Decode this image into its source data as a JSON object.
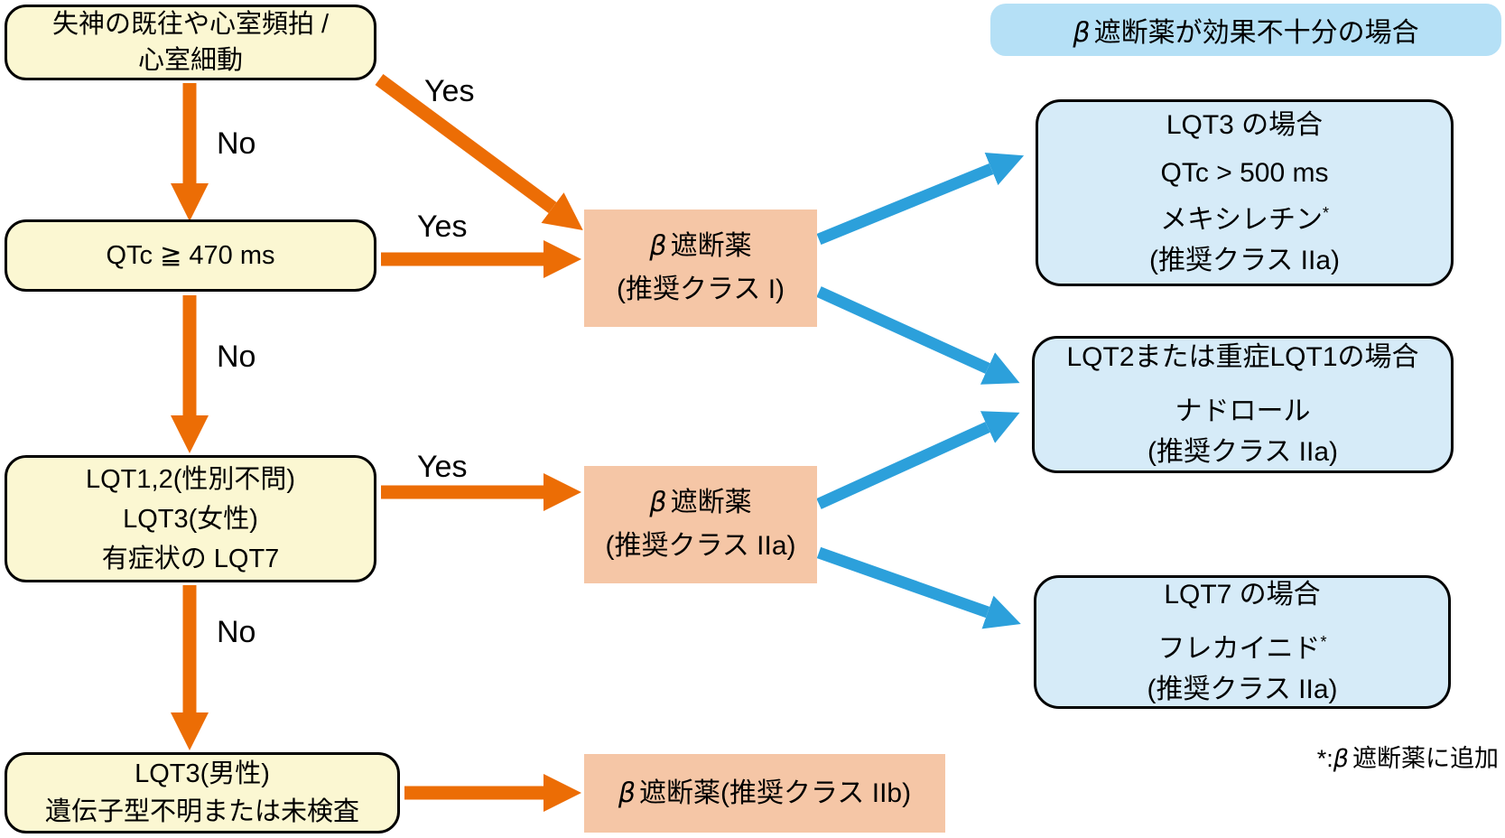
{
  "labels": {
    "yes": "Yes",
    "no": "No"
  },
  "yellow_nodes": [
    {
      "line1": "失神の既往や心室頻拍 /",
      "line2": "心室細動"
    },
    {
      "line1": "QTc ≧ 470 ms"
    },
    {
      "line1": "LQT1,2(性別不問)",
      "line2": "LQT3(女性)",
      "line3": "有症状の LQT7"
    },
    {
      "line1": "LQT3(男性)",
      "line2": "遺伝子型不明または未検査"
    }
  ],
  "orange_nodes": [
    {
      "beta": "β",
      "line1_rest": "遮断薬",
      "line2": "(推奨クラス I)"
    },
    {
      "beta": "β",
      "line1_rest": "遮断薬",
      "line2": "(推奨クラス IIa)"
    },
    {
      "beta": "β",
      "line1_rest": "遮断薬(推奨クラス IIb)"
    }
  ],
  "blue_header": {
    "beta": "β",
    "rest": "遮断薬が効果不十分の場合"
  },
  "blue_nodes": [
    {
      "line1": "LQT3 の場合",
      "line2": "QTc > 500 ms",
      "drug": "メキシレチン",
      "drug_sup": "*",
      "class_line": "(推奨クラス IIa)"
    },
    {
      "line1": "LQT2または重症LQT1の場合",
      "drug": "ナドロール",
      "drug_sup": "",
      "class_line": "(推奨クラス IIa)"
    },
    {
      "line1": "LQT7 の場合",
      "drug": "フレカイニド",
      "drug_sup": "*",
      "class_line": "(推奨クラス IIa)"
    }
  ],
  "footnote": {
    "star": "*:",
    "beta": "β",
    "rest": "遮断薬に追加"
  },
  "colors": {
    "yellow_fill": "#FBF7D2",
    "orange_fill": "#F5C6A6",
    "blue_fill": "#D6EBF8",
    "blue_header_fill": "#B5E0F6",
    "orange_arrow": "#EC6D05",
    "blue_arrow": "#2CA0DB",
    "border": "#000000"
  }
}
